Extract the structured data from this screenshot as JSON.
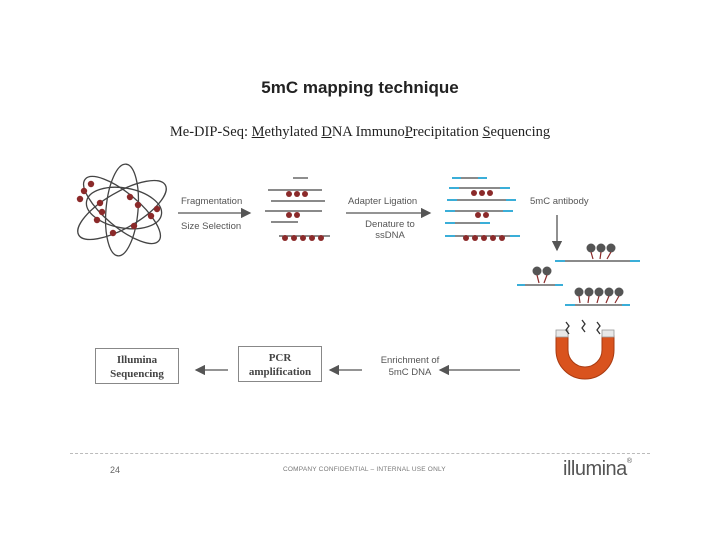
{
  "slide": {
    "title": "5m​C mapping technique",
    "subtitle": {
      "p1": "Me-DIP-Seq: ",
      "m": "M",
      "p2": "ethylated ",
      "d": "D",
      "p3": "NA Immuno",
      "pr": "P",
      "p4": "recipitation ",
      "s": "S",
      "p5": "equencing"
    }
  },
  "steps": {
    "fragmentation": "Fragmentation",
    "size_selection": "Size Selection",
    "adapter_ligation": "Adapter Ligation",
    "denature_1": "Denature to",
    "denature_2": "ssDNA",
    "antibody": "5mC antibody",
    "enrichment_1": "Enrichment of",
    "enrichment_2": "5mC DNA",
    "pcr_1": "PCR",
    "pcr_2": "amplification",
    "illumina_1": "Illumina",
    "illumina_2": "Sequencing"
  },
  "footer": {
    "page_number": "24",
    "confidential": "COMPANY CONFIDENTIAL – INTERNAL USE ONLY",
    "logo": "illumina",
    "logo_mark": "®"
  },
  "colors": {
    "methyl_dot": "#8b2a2a",
    "adapter": "#3aaed8",
    "antibody": "#555555",
    "magnet": "#d9531e",
    "arrow": "#555555"
  }
}
